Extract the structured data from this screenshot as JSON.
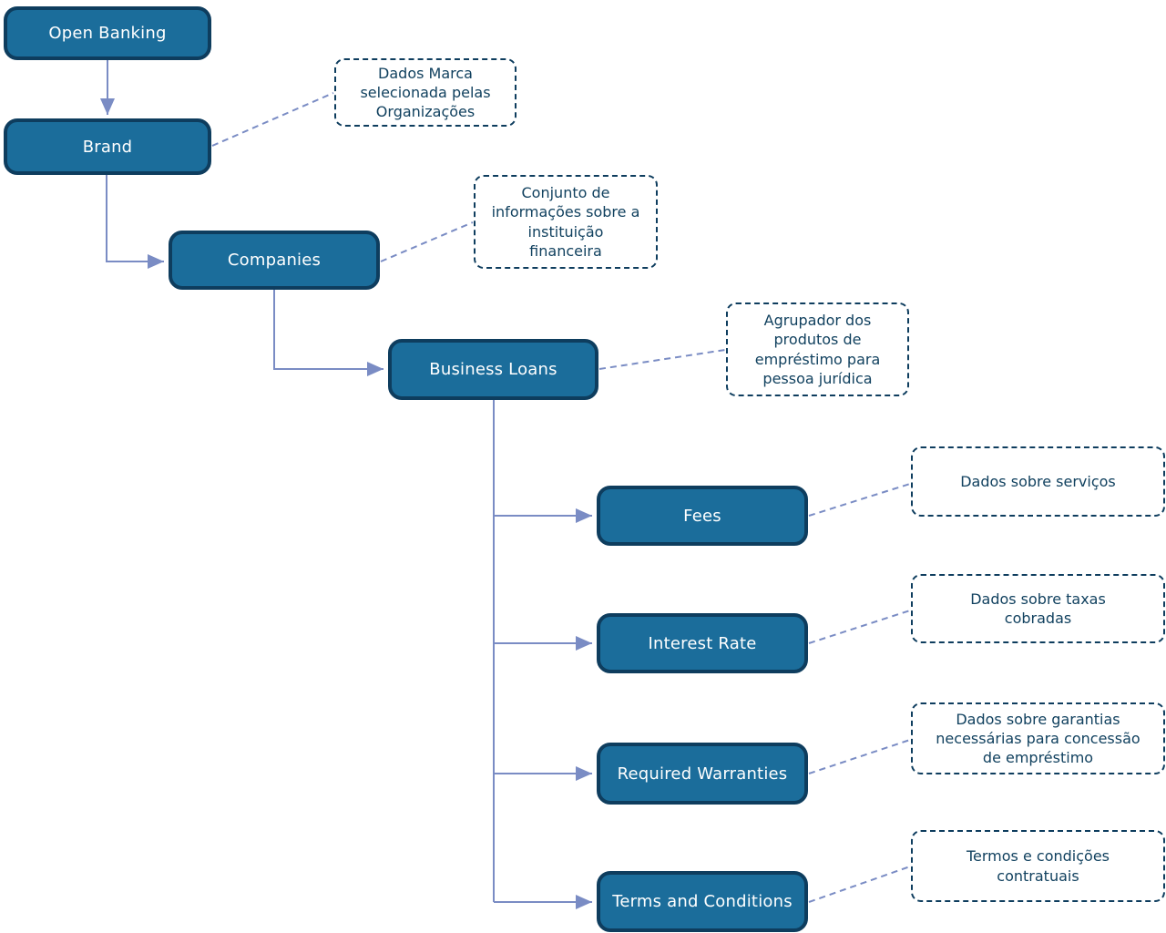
{
  "diagram": {
    "nodes": [
      {
        "id": "open-banking",
        "label": "Open Banking"
      },
      {
        "id": "brand",
        "label": "Brand",
        "note": "Dados Marca selecionada pelas Organizações"
      },
      {
        "id": "companies",
        "label": "Companies",
        "note": "Conjunto de informações sobre a instituição financeira"
      },
      {
        "id": "business-loans",
        "label": "Business Loans",
        "note": "Agrupador dos produtos de empréstimo para pessoa jurídica"
      },
      {
        "id": "fees",
        "label": "Fees",
        "note": "Dados sobre serviços"
      },
      {
        "id": "interest-rate",
        "label": "Interest Rate",
        "note": "Dados sobre taxas cobradas"
      },
      {
        "id": "required-warranties",
        "label": "Required Warranties",
        "note": "Dados sobre garantias necessárias para concessão de empréstimo"
      },
      {
        "id": "terms-and-conditions",
        "label": "Terms and Conditions",
        "note": "Termos e condições contratuais"
      }
    ],
    "colors": {
      "node_fill": "#1b6d9b",
      "node_border": "#0e3d5e",
      "node_text": "#ffffff",
      "note_border": "#0e3d5e",
      "note_text": "#11415f",
      "connector": "#7a8cc4",
      "background": "#ffffff"
    }
  }
}
